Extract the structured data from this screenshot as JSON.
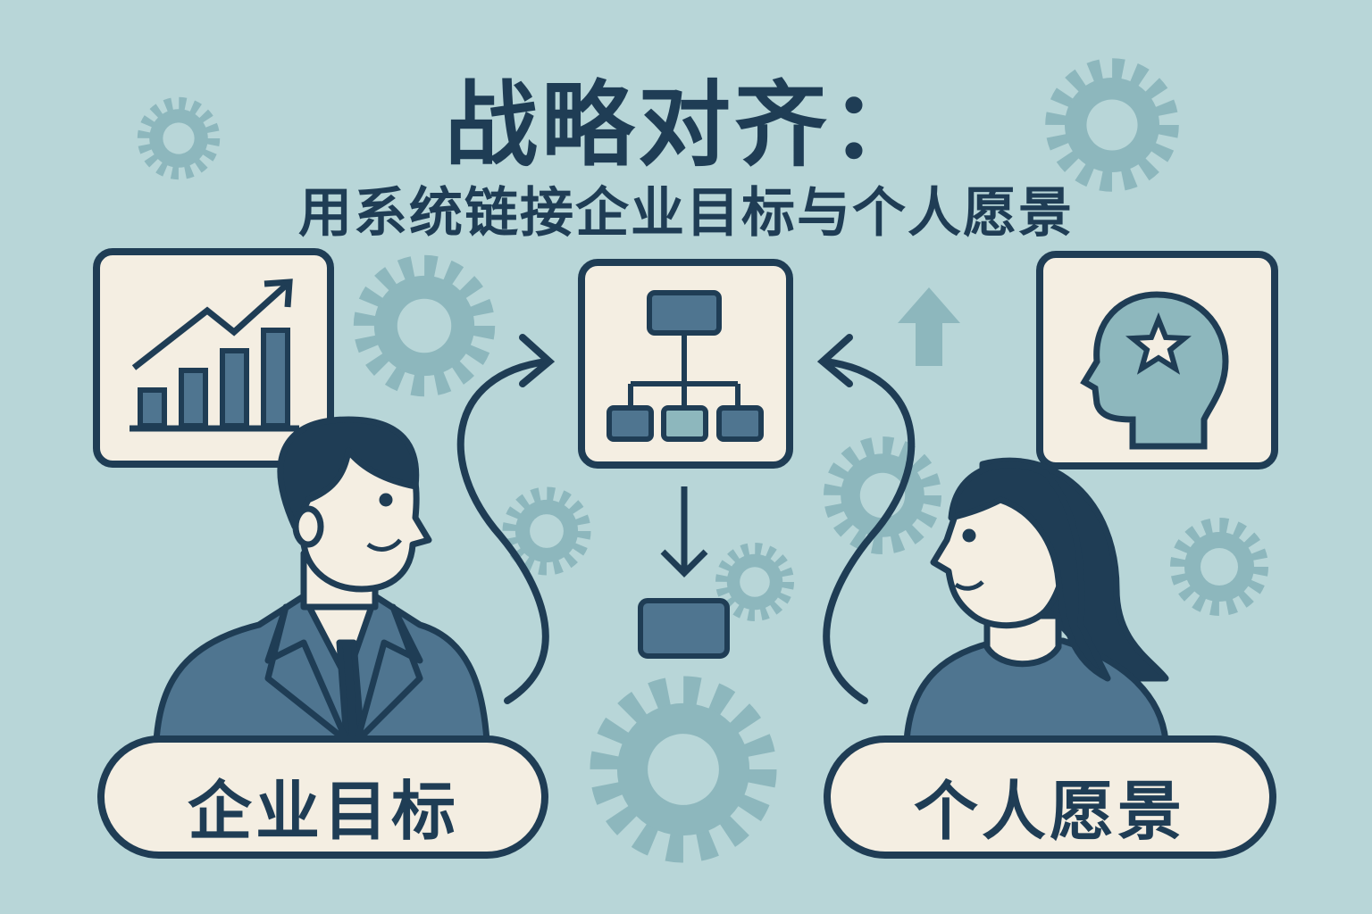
{
  "title": "战略对齐：",
  "subtitle": "用系统链接企业目标与个人愿景",
  "labels": {
    "left": "企业目标",
    "right": "个人愿景"
  },
  "icons": [
    "growth-chart-icon",
    "org-chart-icon",
    "head-star-icon",
    "gear-icon",
    "up-arrow-icon",
    "curved-arrow-icon"
  ],
  "colors": {
    "background": "#b8d6d8",
    "navy": "#1f3d55",
    "cream": "#f4eee2",
    "mid_blue": "#4f7590",
    "gear": "#8db7bd"
  }
}
